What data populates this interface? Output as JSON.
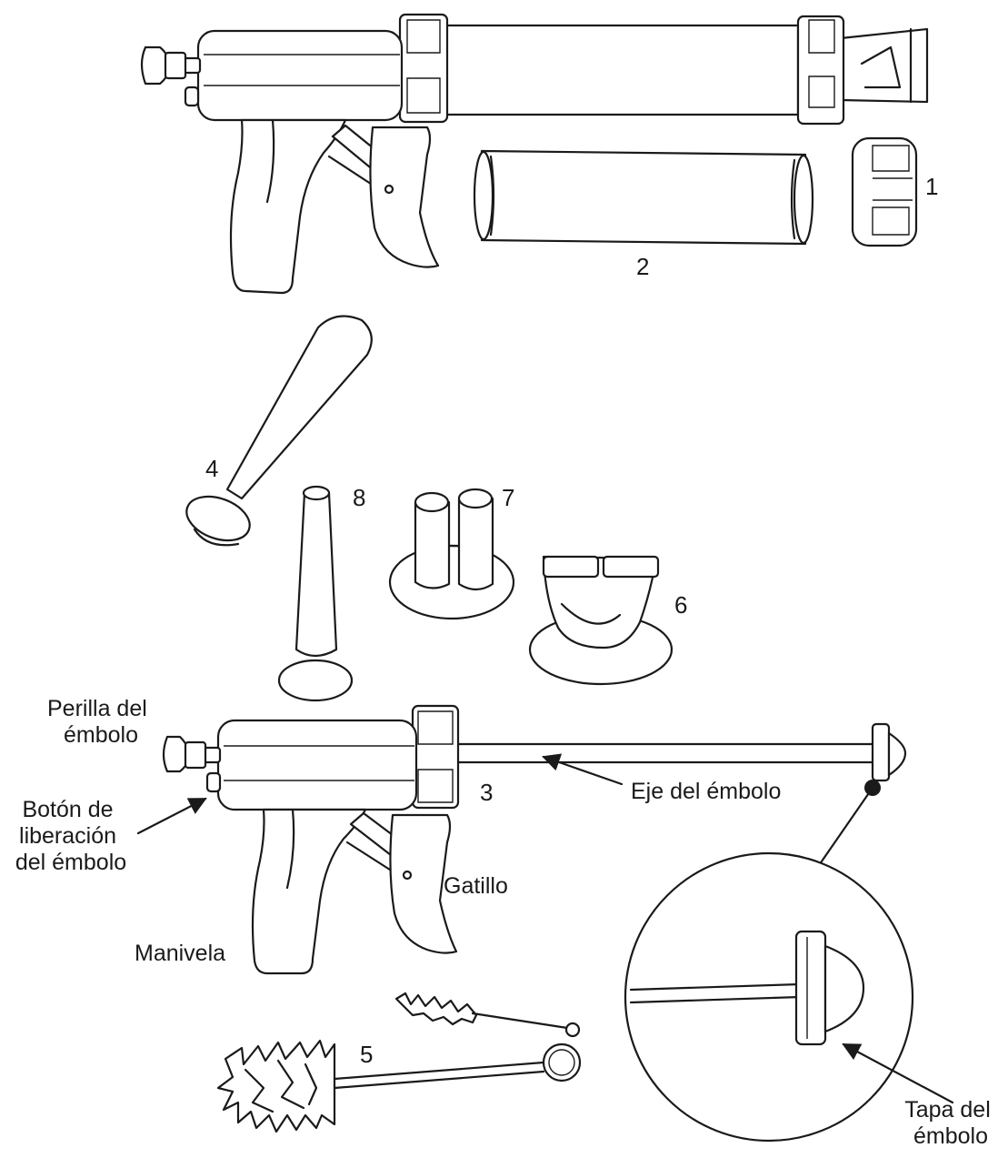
{
  "parts": {
    "nozzle_cap": "1",
    "barrel_tube": "2",
    "plunger_assembly": "3",
    "tamper": "4",
    "brushes": "5",
    "flat_nozzle": "6",
    "double_nozzle": "7",
    "single_nozzle": "8"
  },
  "callouts": {
    "plunger_knob": [
      "Perilla del",
      "émbolo"
    ],
    "release_button": [
      "Botón de",
      "liberación",
      "del émbolo"
    ],
    "handle": "Manivela",
    "trigger": "Gatillo",
    "plunger_shaft": "Eje del émbolo",
    "plunger_cap": [
      "Tapa del",
      "émbolo"
    ]
  },
  "colors": {
    "line": "#1a1a1a",
    "background": "#ffffff"
  }
}
